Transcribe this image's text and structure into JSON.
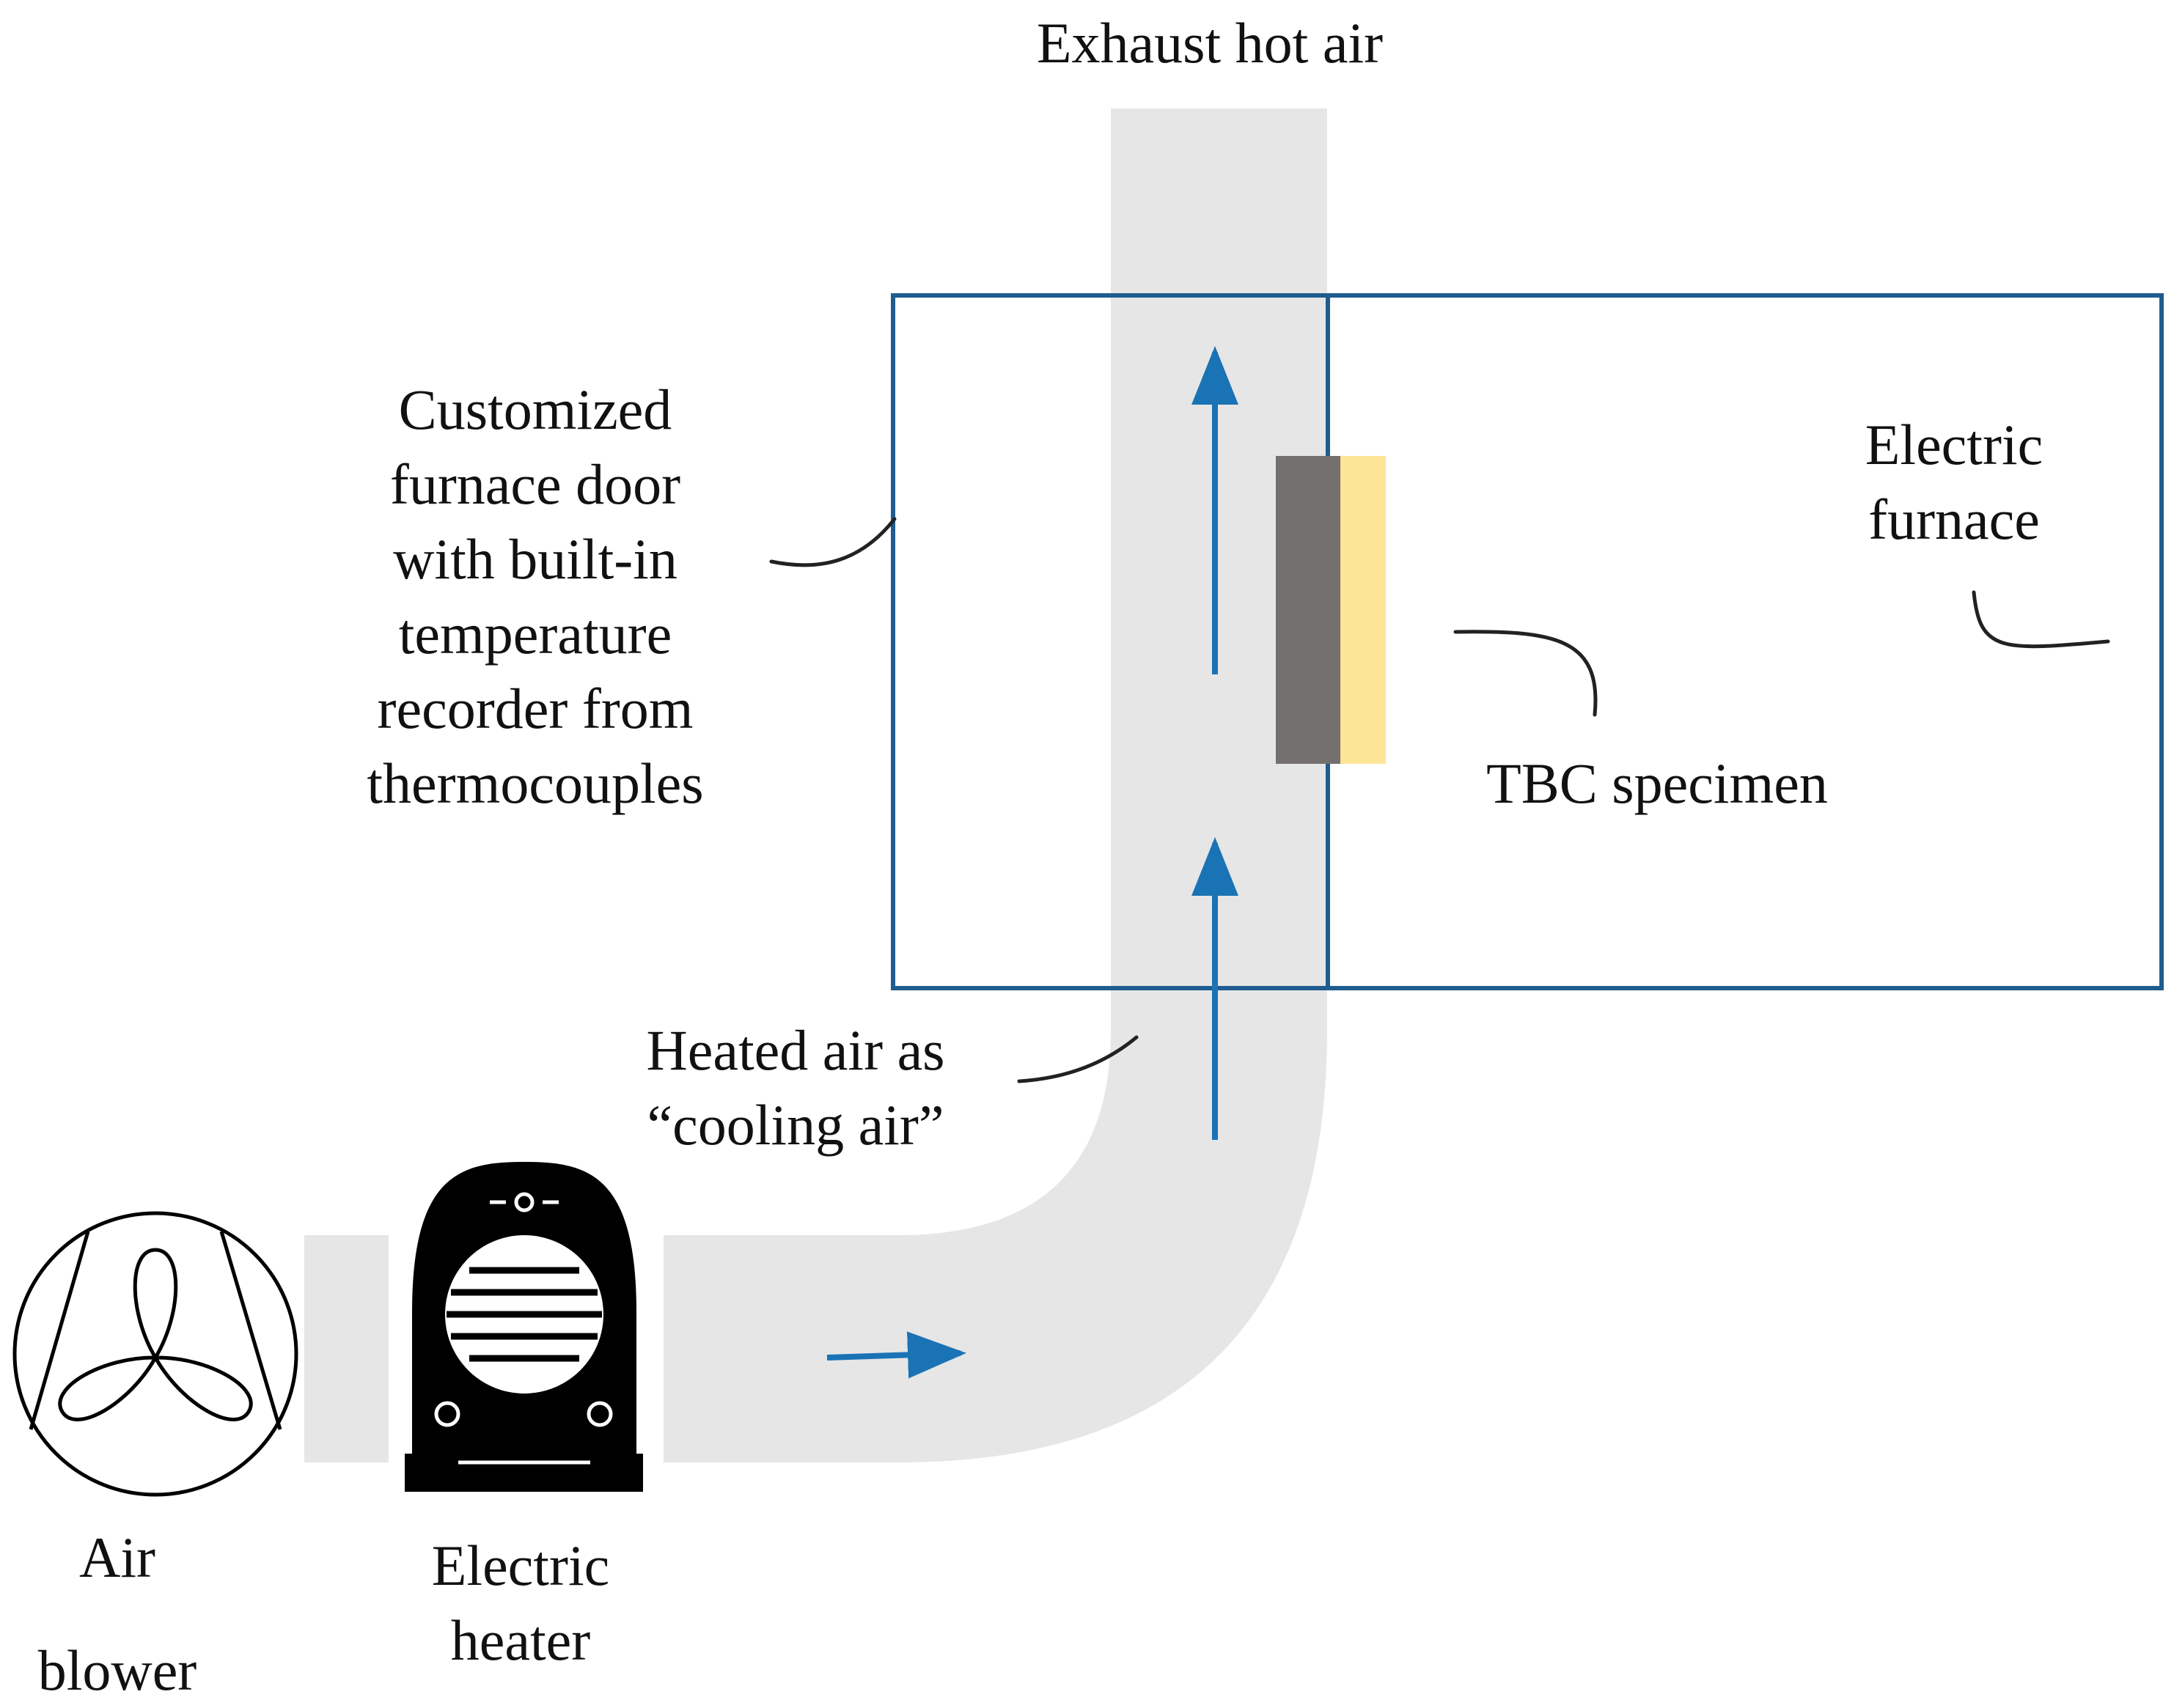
{
  "labels": {
    "exhaust": "Exhaust hot air",
    "furnace_door": [
      "Customized",
      "furnace door",
      "with built-in",
      "temperature",
      "recorder from",
      "thermocouples"
    ],
    "electric_furnace": [
      "Electric",
      "furnace"
    ],
    "tbc_specimen": "TBC specimen",
    "heated_air": [
      "Heated air as",
      "“cooling air”"
    ],
    "air_blower": [
      "Air",
      "blower"
    ],
    "electric_heater": [
      "Electric",
      "heater"
    ]
  },
  "icons": {
    "blower": "fan-icon",
    "heater": "space-heater-icon",
    "flow": "flow-arrow-icon"
  },
  "colors": {
    "duct": "#e6e6e6",
    "furnace_outline": "#1f5c8f",
    "arrow": "#1a73b5",
    "substrate": "#757070",
    "coating": "#fde597",
    "icon": "#000000",
    "leader": "#222222"
  }
}
